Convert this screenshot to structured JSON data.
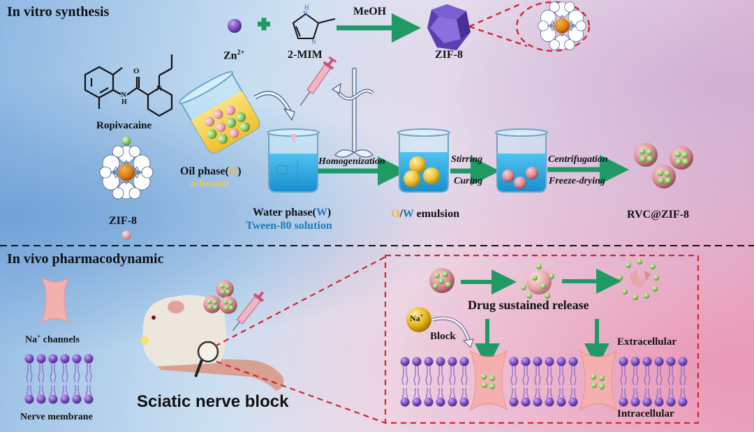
{
  "sections": {
    "top": "In vitro synthesis",
    "bottom": "In vivo pharmacodynamic"
  },
  "synthesis": {
    "zn": "Zn",
    "zn_sup": "2+",
    "mim": "2-MIM",
    "meoh": "MeOH",
    "zif8": "ZIF-8",
    "mim_h": "H",
    "mim_n1": "N",
    "mim_n2": "N"
  },
  "left_materials": {
    "ropivacaine": "Ropivacaine",
    "zif8": "ZIF-8",
    "atom_o": "O",
    "atom_n": "N",
    "atom_nh_n": "N",
    "atom_nh_h": "H"
  },
  "process": {
    "oil_phase": "Oil phase(",
    "oil_o": "O",
    "oil_close": ")",
    "oil_solvent": "n-hexane",
    "water_phase": "Water phase(",
    "water_w": "W",
    "water_close": ")",
    "water_solution": "Tween-80 solution",
    "homogenization": "Homogenization",
    "emulsion_o": "O",
    "emulsion_slash": "/",
    "emulsion_w": "W",
    "emulsion_rest": " emulsion",
    "stirring": "Stirring",
    "curing": "Curing",
    "centrifugation": "Centrifugation",
    "freeze_drying": "Freeze-drying",
    "product": "RVC@ZIF-8"
  },
  "invivo": {
    "na_channels_pre": "Na",
    "na_channels_sup": "+",
    "na_channels_post": " channels",
    "nerve_membrane": "Nerve membrane",
    "sciatic": "Sciatic nerve block",
    "drug_release": "Drug sustained release",
    "na_ion": "Na",
    "na_ion_sup": "+",
    "block": "Block",
    "extracellular": "Extracellular",
    "intracellular": "Intracellular"
  },
  "colors": {
    "arrow_green": "#1f9a64",
    "zif_purple": "#6a4fc0",
    "lipid_purple": "#8a5cc8",
    "dash_red": "#d0262e",
    "channel_pink": "#f2aaa8",
    "water_blue": "#2aa7e0",
    "oil_yellow": "#f2cf3a",
    "drug_green": "#8fcf6a",
    "na_gold": "#e8b820"
  }
}
